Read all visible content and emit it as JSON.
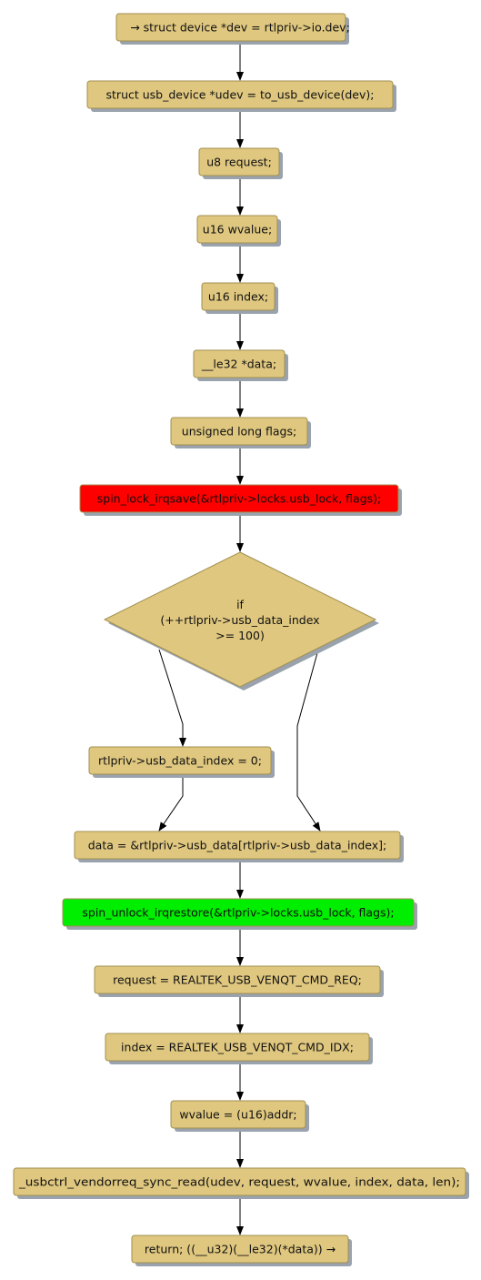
{
  "colors": {
    "node_fill": "#dfc77f",
    "node_border": "#a08f4f",
    "lock_fill": "#ff0000",
    "unlock_fill": "#00ee00",
    "edge": "#000000"
  },
  "nodes": [
    {
      "id": "n1",
      "text": "→ struct device *dev = rtlpriv->io.dev;"
    },
    {
      "id": "n2",
      "text": "struct usb_device *udev = to_usb_device(dev);"
    },
    {
      "id": "n3",
      "text": "u8 request;"
    },
    {
      "id": "n4",
      "text": "u16 wvalue;"
    },
    {
      "id": "n5",
      "text": "u16 index;"
    },
    {
      "id": "n6",
      "text": "__le32 *data;"
    },
    {
      "id": "n7",
      "text": "unsigned long flags;"
    },
    {
      "id": "n8",
      "text": "spin_lock_irqsave(&rtlpriv->locks.usb_lock, flags);",
      "color": "red"
    },
    {
      "id": "d1",
      "text_lines": [
        "if",
        "(++rtlpriv->usb_data_index",
        ">= 100)"
      ]
    },
    {
      "id": "n9",
      "text": "rtlpriv->usb_data_index = 0;"
    },
    {
      "id": "n10",
      "text": "data = &rtlpriv->usb_data[rtlpriv->usb_data_index];"
    },
    {
      "id": "n11",
      "text": "spin_unlock_irqrestore(&rtlpriv->locks.usb_lock, flags);",
      "color": "green"
    },
    {
      "id": "n12",
      "text": "request = REALTEK_USB_VENQT_CMD_REQ;"
    },
    {
      "id": "n13",
      "text": "index = REALTEK_USB_VENQT_CMD_IDX;"
    },
    {
      "id": "n14",
      "text": "wvalue = (u16)addr;"
    },
    {
      "id": "n15",
      "text": "_usbctrl_vendorreq_sync_read(udev, request, wvalue, index, data, len);"
    },
    {
      "id": "n16",
      "text": "return; ((__u32)(__le32)(*data)) →"
    }
  ]
}
